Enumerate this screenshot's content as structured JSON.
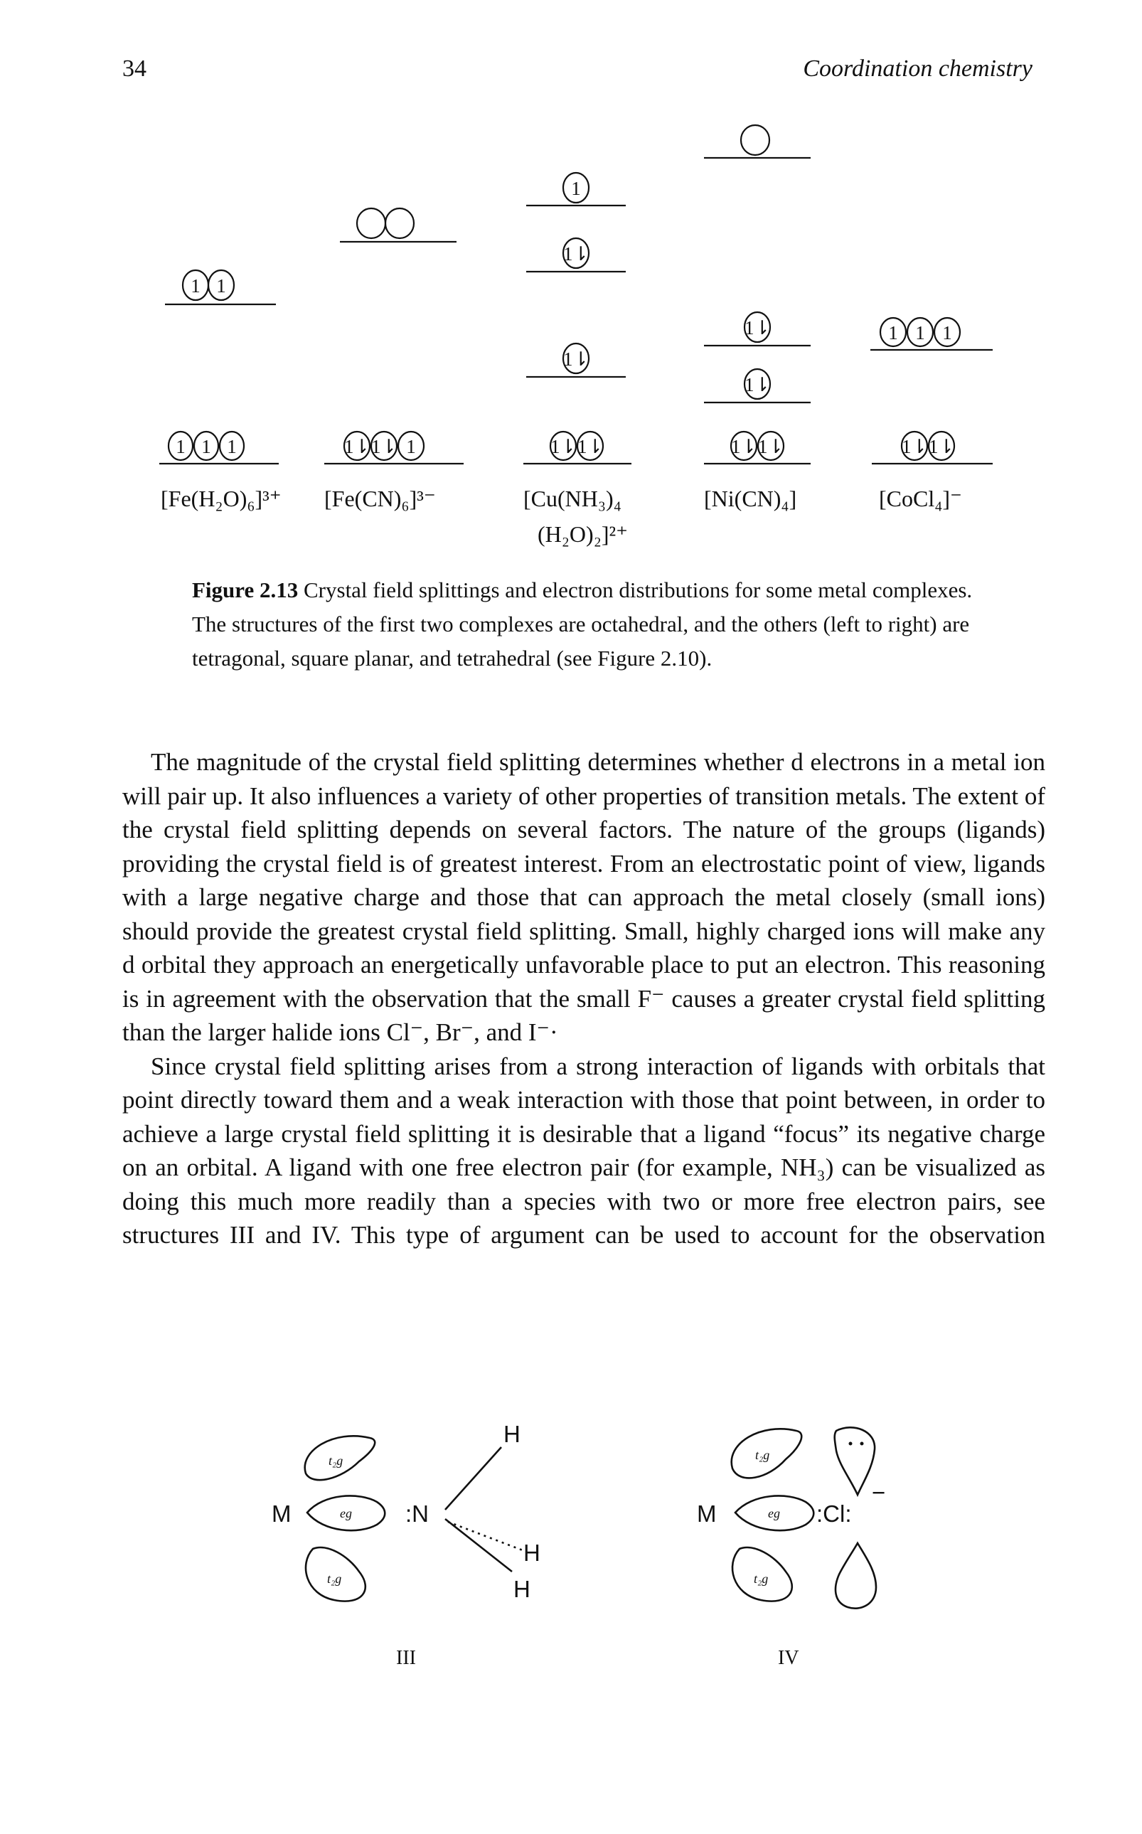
{
  "header": {
    "page_number": "34",
    "running_title": "Coordination chemistry"
  },
  "figure": {
    "complexes": [
      {
        "label": "[Fe(H₂O)₆]³⁺"
      },
      {
        "label": "[Fe(CN)₆]³⁻"
      },
      {
        "label": "[Cu(NH₃)₄",
        "label2": "(H₂O)₂]²⁺"
      },
      {
        "label": "[Ni(CN)₄]"
      },
      {
        "label": "[CoCl₄]⁻"
      }
    ],
    "caption_number": "Figure 2.13",
    "caption_text": " Crystal field splittings and electron distributions for some metal complexes. The structures of the first two complexes are octahedral, and the others (left to right) are tetragonal, square planar, and tetrahedral (see Figure 2.10)."
  },
  "body": {
    "p1": "The magnitude of the crystal field splitting determines whether d electrons in a metal ion will pair up. It also influences a variety of other properties of transition metals. The extent of the crystal field splitting depends on several factors. The nature of the groups (ligands) providing the crystal field is of greatest interest. From an electrostatic point of view, ligands with a large negative charge and those that can approach the metal closely (small ions) should provide the greatest crystal field splitting. Small, highly charged ions will make any d orbital they approach an energetically unfavorable place to put an electron. This reasoning is in agreement with the observation that the small F⁻ causes a greater crystal field splitting than the larger halide ions Cl⁻, Br⁻, and I⁻·",
    "p2": "Since crystal field splitting arises from a strong interaction of ligands with orbitals that point directly toward them and a weak interaction with those that point between, in order to achieve a large crystal field splitting it is desirable that a ligand “focus” its negative charge on an orbital. A ligand with one free electron pair (for example, NH₃) can be visualized as doing this much more readily than a species with two or more free electron pairs, see structures III and IV. This type of argument can be used to account for the observation"
  },
  "structures": {
    "III": {
      "label": "III",
      "metal": "M",
      "ligand_atom": ":N",
      "h1": "H",
      "h2": "H",
      "h3": "H",
      "orb_top": "t₂g",
      "orb_mid": "eg",
      "orb_bot": "t₂g"
    },
    "IV": {
      "label": "IV",
      "metal": "M",
      "ligand_atom": ":Cl:",
      "charge": "−",
      "orb_top": "t₂g",
      "orb_mid": "eg",
      "orb_bot": "t₂g"
    }
  }
}
